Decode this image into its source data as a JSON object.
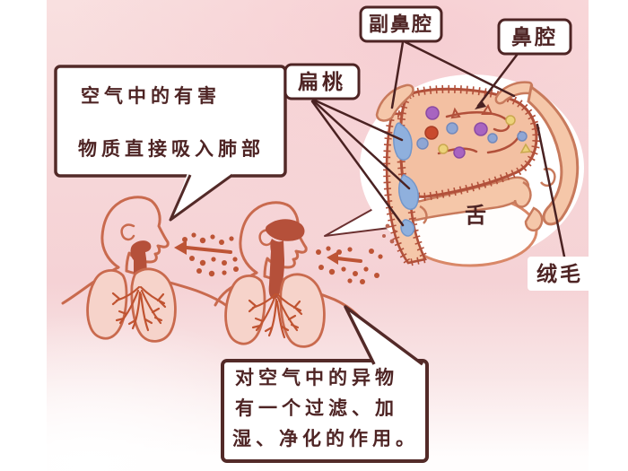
{
  "background": {
    "margin_color": "#ffffff",
    "panel_color": "#f6d6d8"
  },
  "palette": {
    "ink": "#4e2424",
    "leader_line": "#4a2222",
    "box_border": "#532a28",
    "figure_outline": "#c96a4e",
    "lung_fill": "#f6d3ca",
    "trachea": "#b5503a",
    "particle": "#bd5435",
    "flesh": "#f5c7a9",
    "cavity": "#f3c0a2",
    "brick": "#b2503a",
    "tonsil_blue": "#8fb0dd",
    "dot_purple": "#a864c0",
    "dot_red": "#c94a2e",
    "dot_blue": "#8fa6d4",
    "dot_yellow": "#ecd27a"
  },
  "callout_left": {
    "lines": [
      "空气中的有害",
      "物质直接吸入肺部"
    ]
  },
  "callout_bottom": {
    "lines": [
      "对空气中的异物",
      "有一个过滤、加",
      "湿、净化的作用。"
    ]
  },
  "labels": {
    "paranasal_sinus": "副鼻腔",
    "nasal_cavity": "鼻腔",
    "tonsil": "扁桃",
    "cilia": "绒毛",
    "tongue": "舌"
  }
}
